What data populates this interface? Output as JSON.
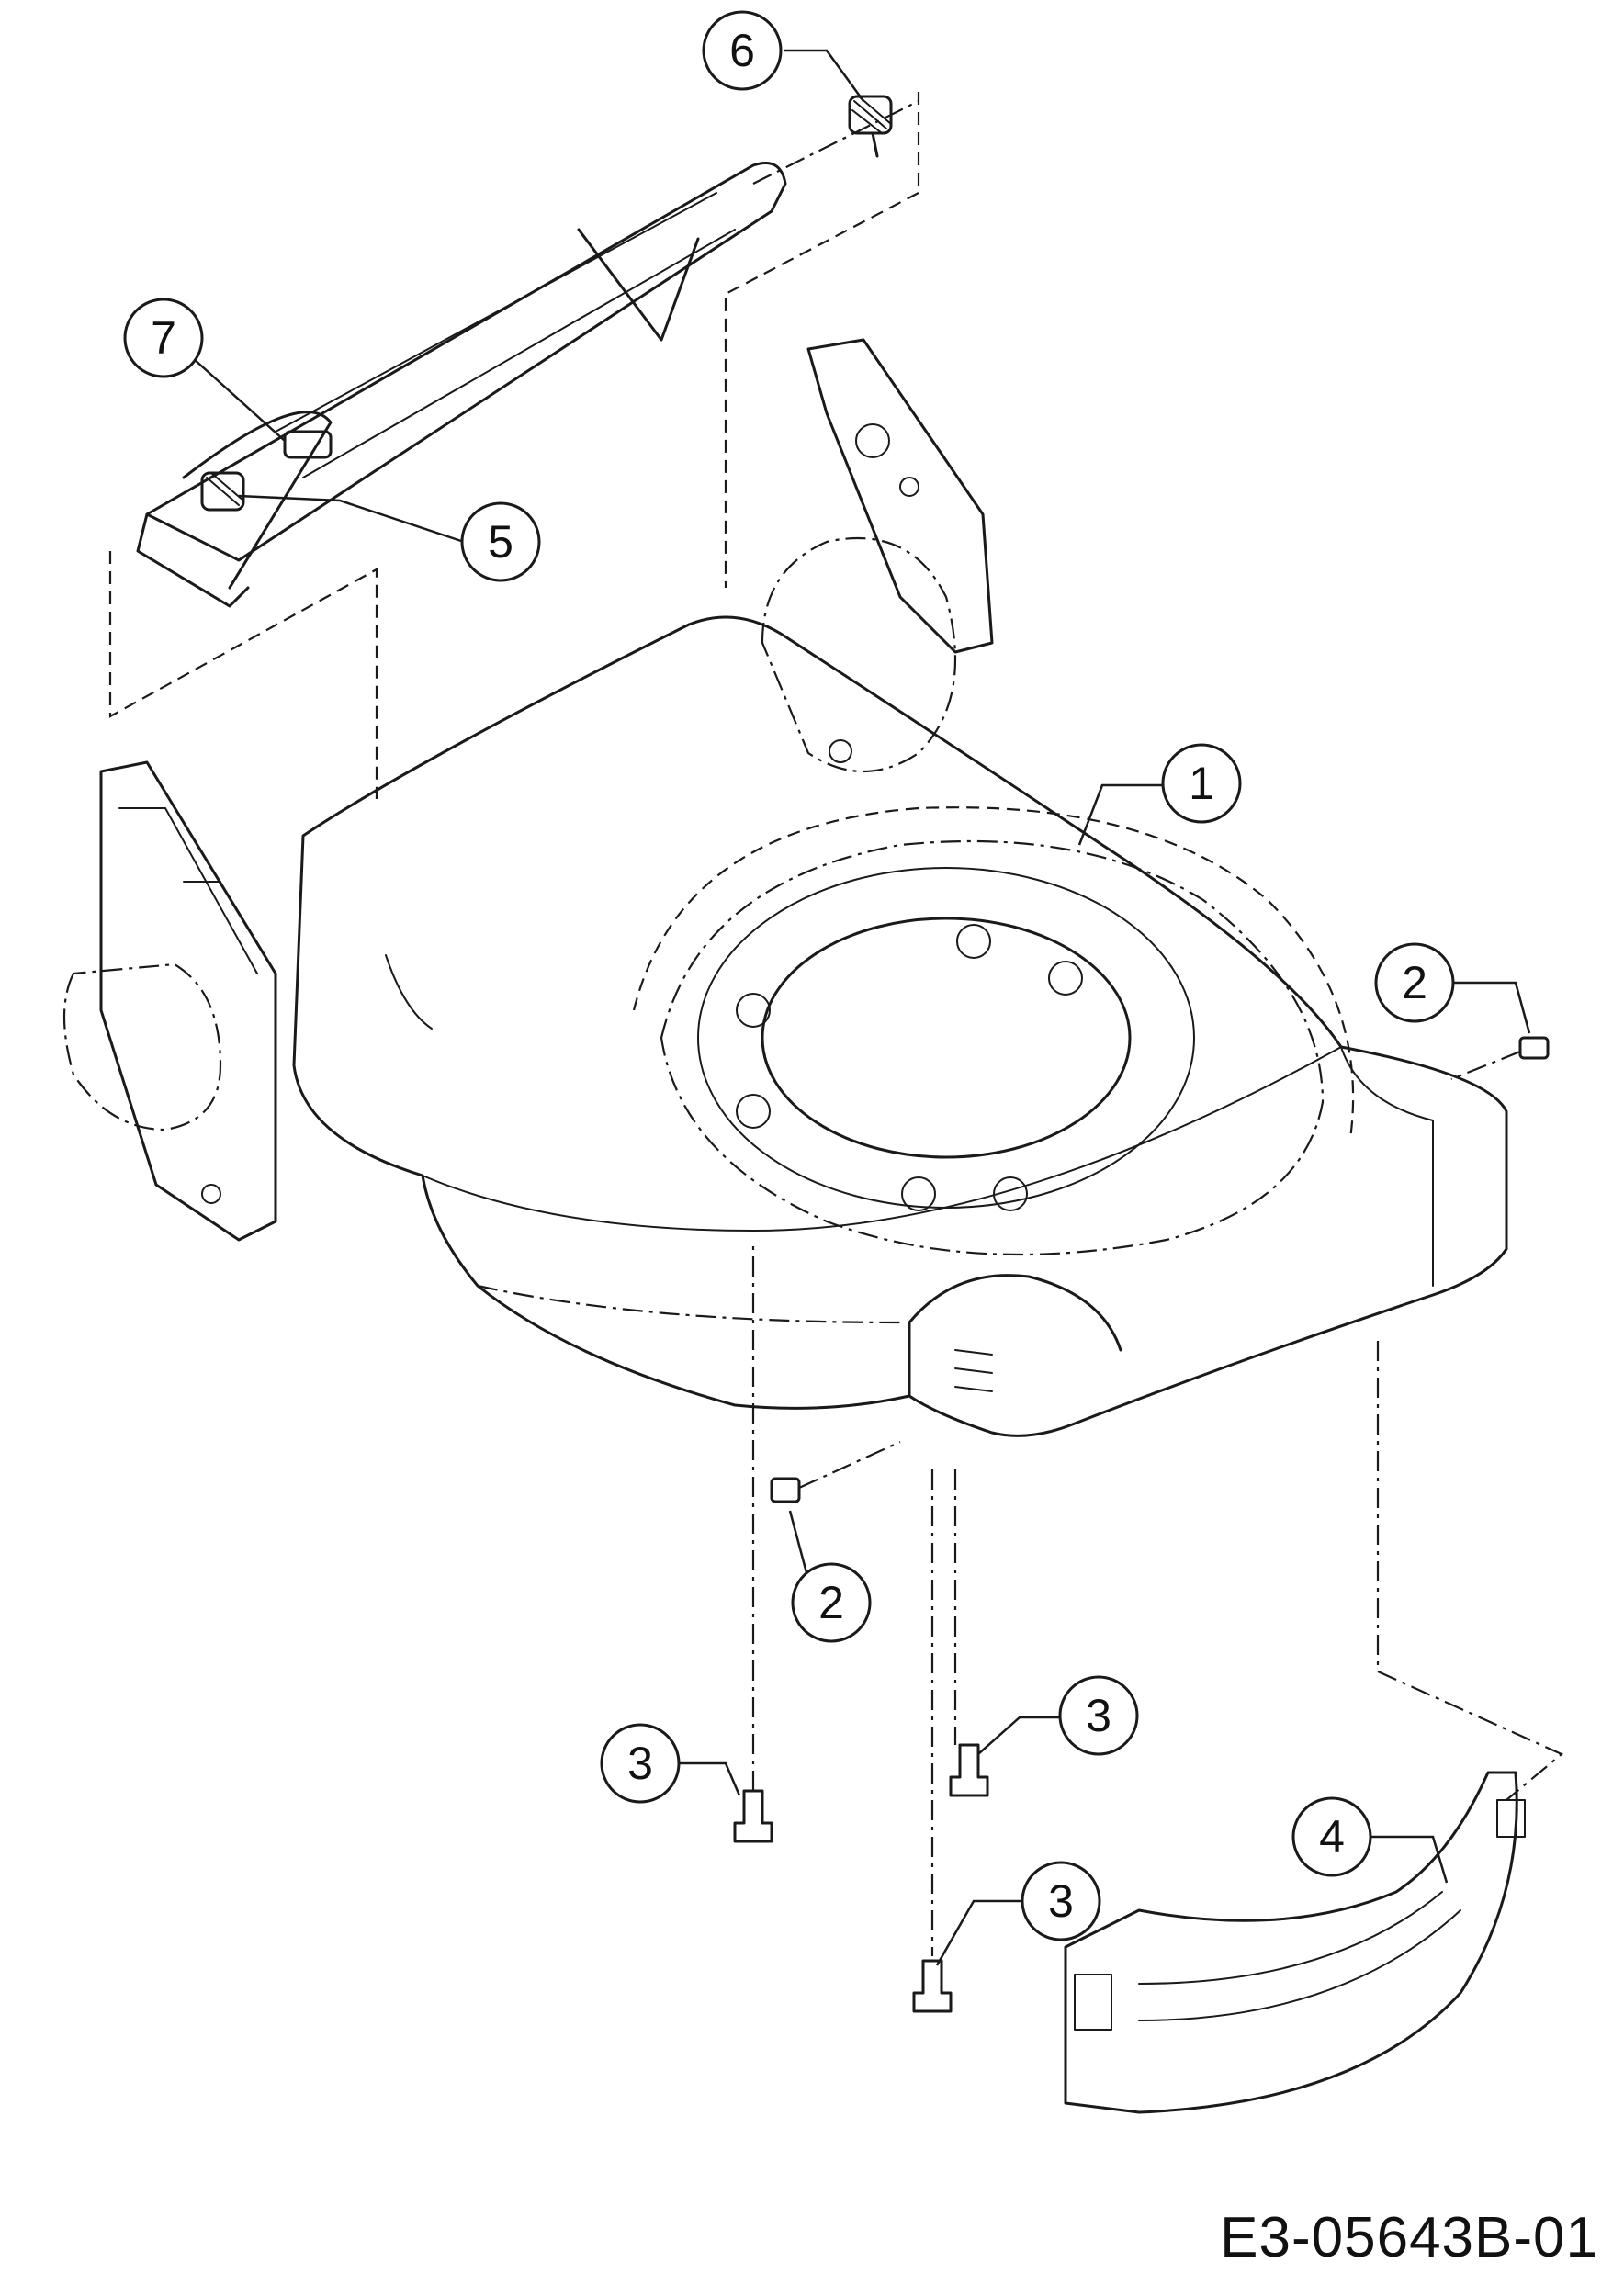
{
  "callouts": [
    {
      "id": "c6",
      "label": "6"
    },
    {
      "id": "c7",
      "label": "7"
    },
    {
      "id": "c5",
      "label": "5"
    },
    {
      "id": "c1",
      "label": "1"
    },
    {
      "id": "c2a",
      "label": "2"
    },
    {
      "id": "c2b",
      "label": "2"
    },
    {
      "id": "c3a",
      "label": "3"
    },
    {
      "id": "c3b",
      "label": "3"
    },
    {
      "id": "c3c",
      "label": "3"
    },
    {
      "id": "c4",
      "label": "4"
    }
  ],
  "drawing_code": "E3-05643B-01",
  "colors": {
    "line": "#1a1a1a",
    "background": "#ffffff"
  }
}
